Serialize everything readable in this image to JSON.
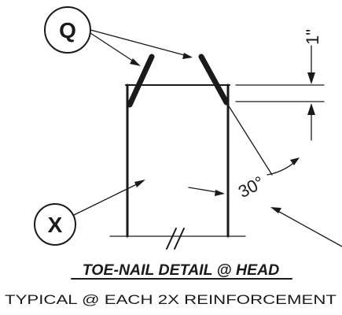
{
  "callouts": {
    "q_label": "Q",
    "x_label": "X"
  },
  "dimensions": {
    "nail_spacing": "1\"",
    "angle": "30°"
  },
  "title": "TOE-NAIL DETAIL @ HEAD",
  "subtitle": "TYPICAL @ EACH 2X REINFORCEMENT"
}
